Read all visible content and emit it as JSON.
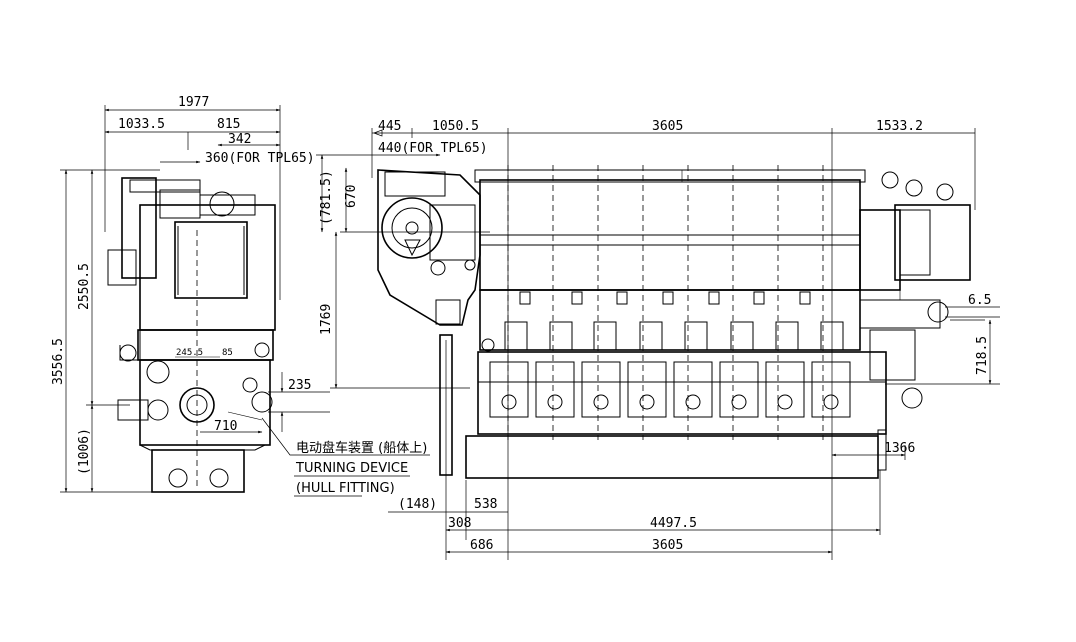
{
  "dimensions": {
    "left_view": {
      "d1977": "1977",
      "d1033_5": "1033.5",
      "d815": "815",
      "d342": "342",
      "d360": "360(FOR TPL65)",
      "d3556_5": "3556.5",
      "d2550_5": "2550.5",
      "d1006": "(1006)",
      "d235": "235",
      "d710": "710",
      "d245_5": "245.5",
      "d85": "85"
    },
    "right_view": {
      "d445": "445",
      "d1050_5": "1050.5",
      "d3605_top": "3605",
      "d1533_2": "1533.2",
      "d440": "440(FOR TPL65)",
      "d781_5": "(781.5)",
      "d670": "670",
      "d1769": "1769",
      "d6_5": "6.5",
      "d718_5": "718.5",
      "d1366": "1366",
      "d148": "(148)",
      "d538": "538",
      "d308": "308",
      "d4497_5": "4497.5",
      "d686": "686",
      "d3605_bottom": "3605"
    }
  },
  "labels": {
    "turning_cn": "电动盘车装置 (船体上)",
    "turning_en": "TURNING DEVICE",
    "hull_fitting": "(HULL FITTING)"
  }
}
